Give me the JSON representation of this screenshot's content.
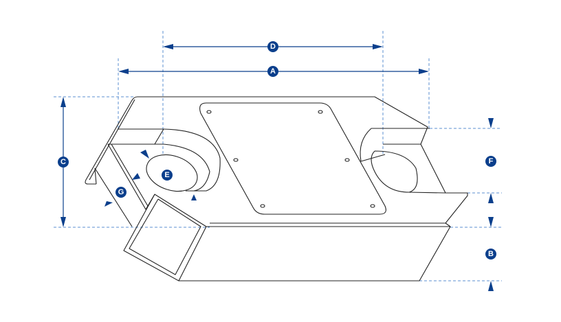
{
  "labels": {
    "a": "A",
    "b": "B",
    "c": "C",
    "d": "D",
    "e": "E",
    "f": "F",
    "g": "G"
  },
  "colors": {
    "accent": "#0b3f8c",
    "extension_line": "#5b8fd0",
    "outline": "#222222"
  }
}
